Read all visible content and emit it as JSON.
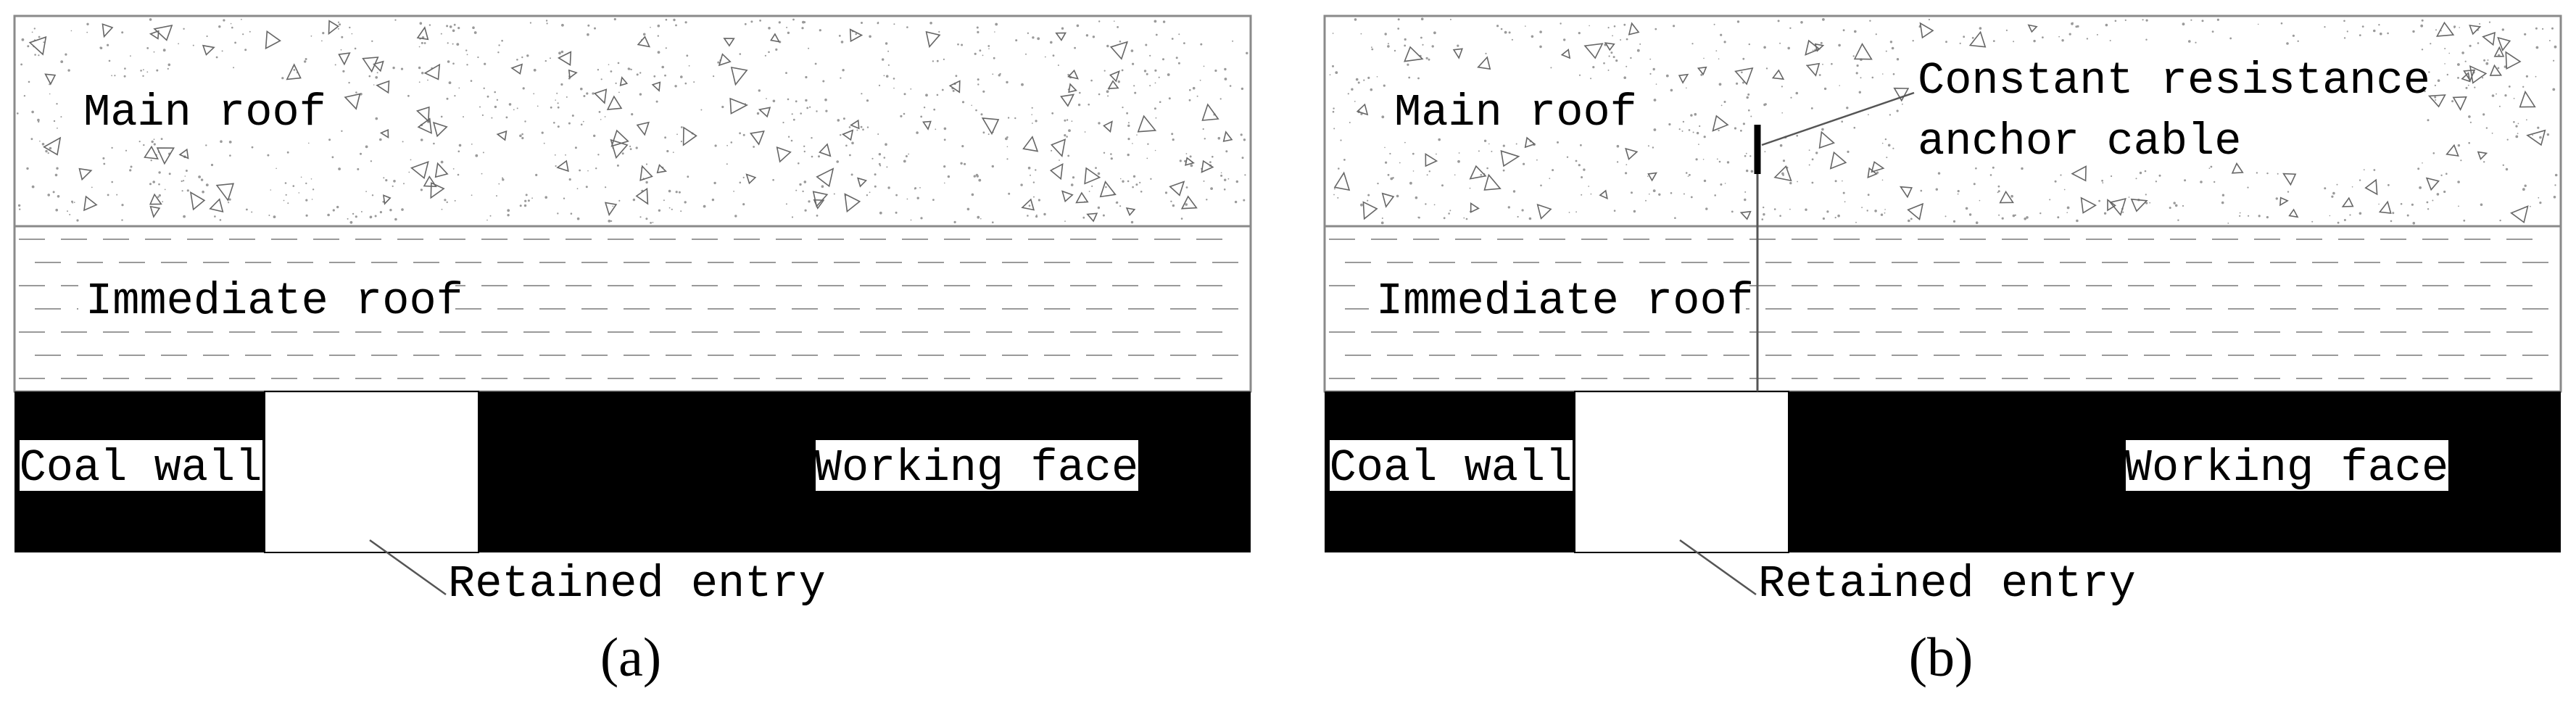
{
  "panels": [
    {
      "id": "a",
      "labels": {
        "main_roof": "Main roof",
        "immediate_roof": "Immediate roof",
        "coal_wall": "Coal wall",
        "working_face": "Working face",
        "retained_entry": "Retained entry"
      },
      "caption": "(a)"
    },
    {
      "id": "b",
      "labels": {
        "main_roof": "Main roof",
        "immediate_roof": "Immediate roof",
        "coal_wall": "Coal wall",
        "working_face": "Working face",
        "retained_entry": "Retained entry",
        "anchor_cable_line1": "Constant resistance",
        "anchor_cable_line2": "anchor cable"
      },
      "caption": "(b)"
    }
  ],
  "colors": {
    "coal_seam": "#000000",
    "strata_outline": "#8a8a8a",
    "hatch": "#9a9a9a",
    "background": "#ffffff"
  }
}
